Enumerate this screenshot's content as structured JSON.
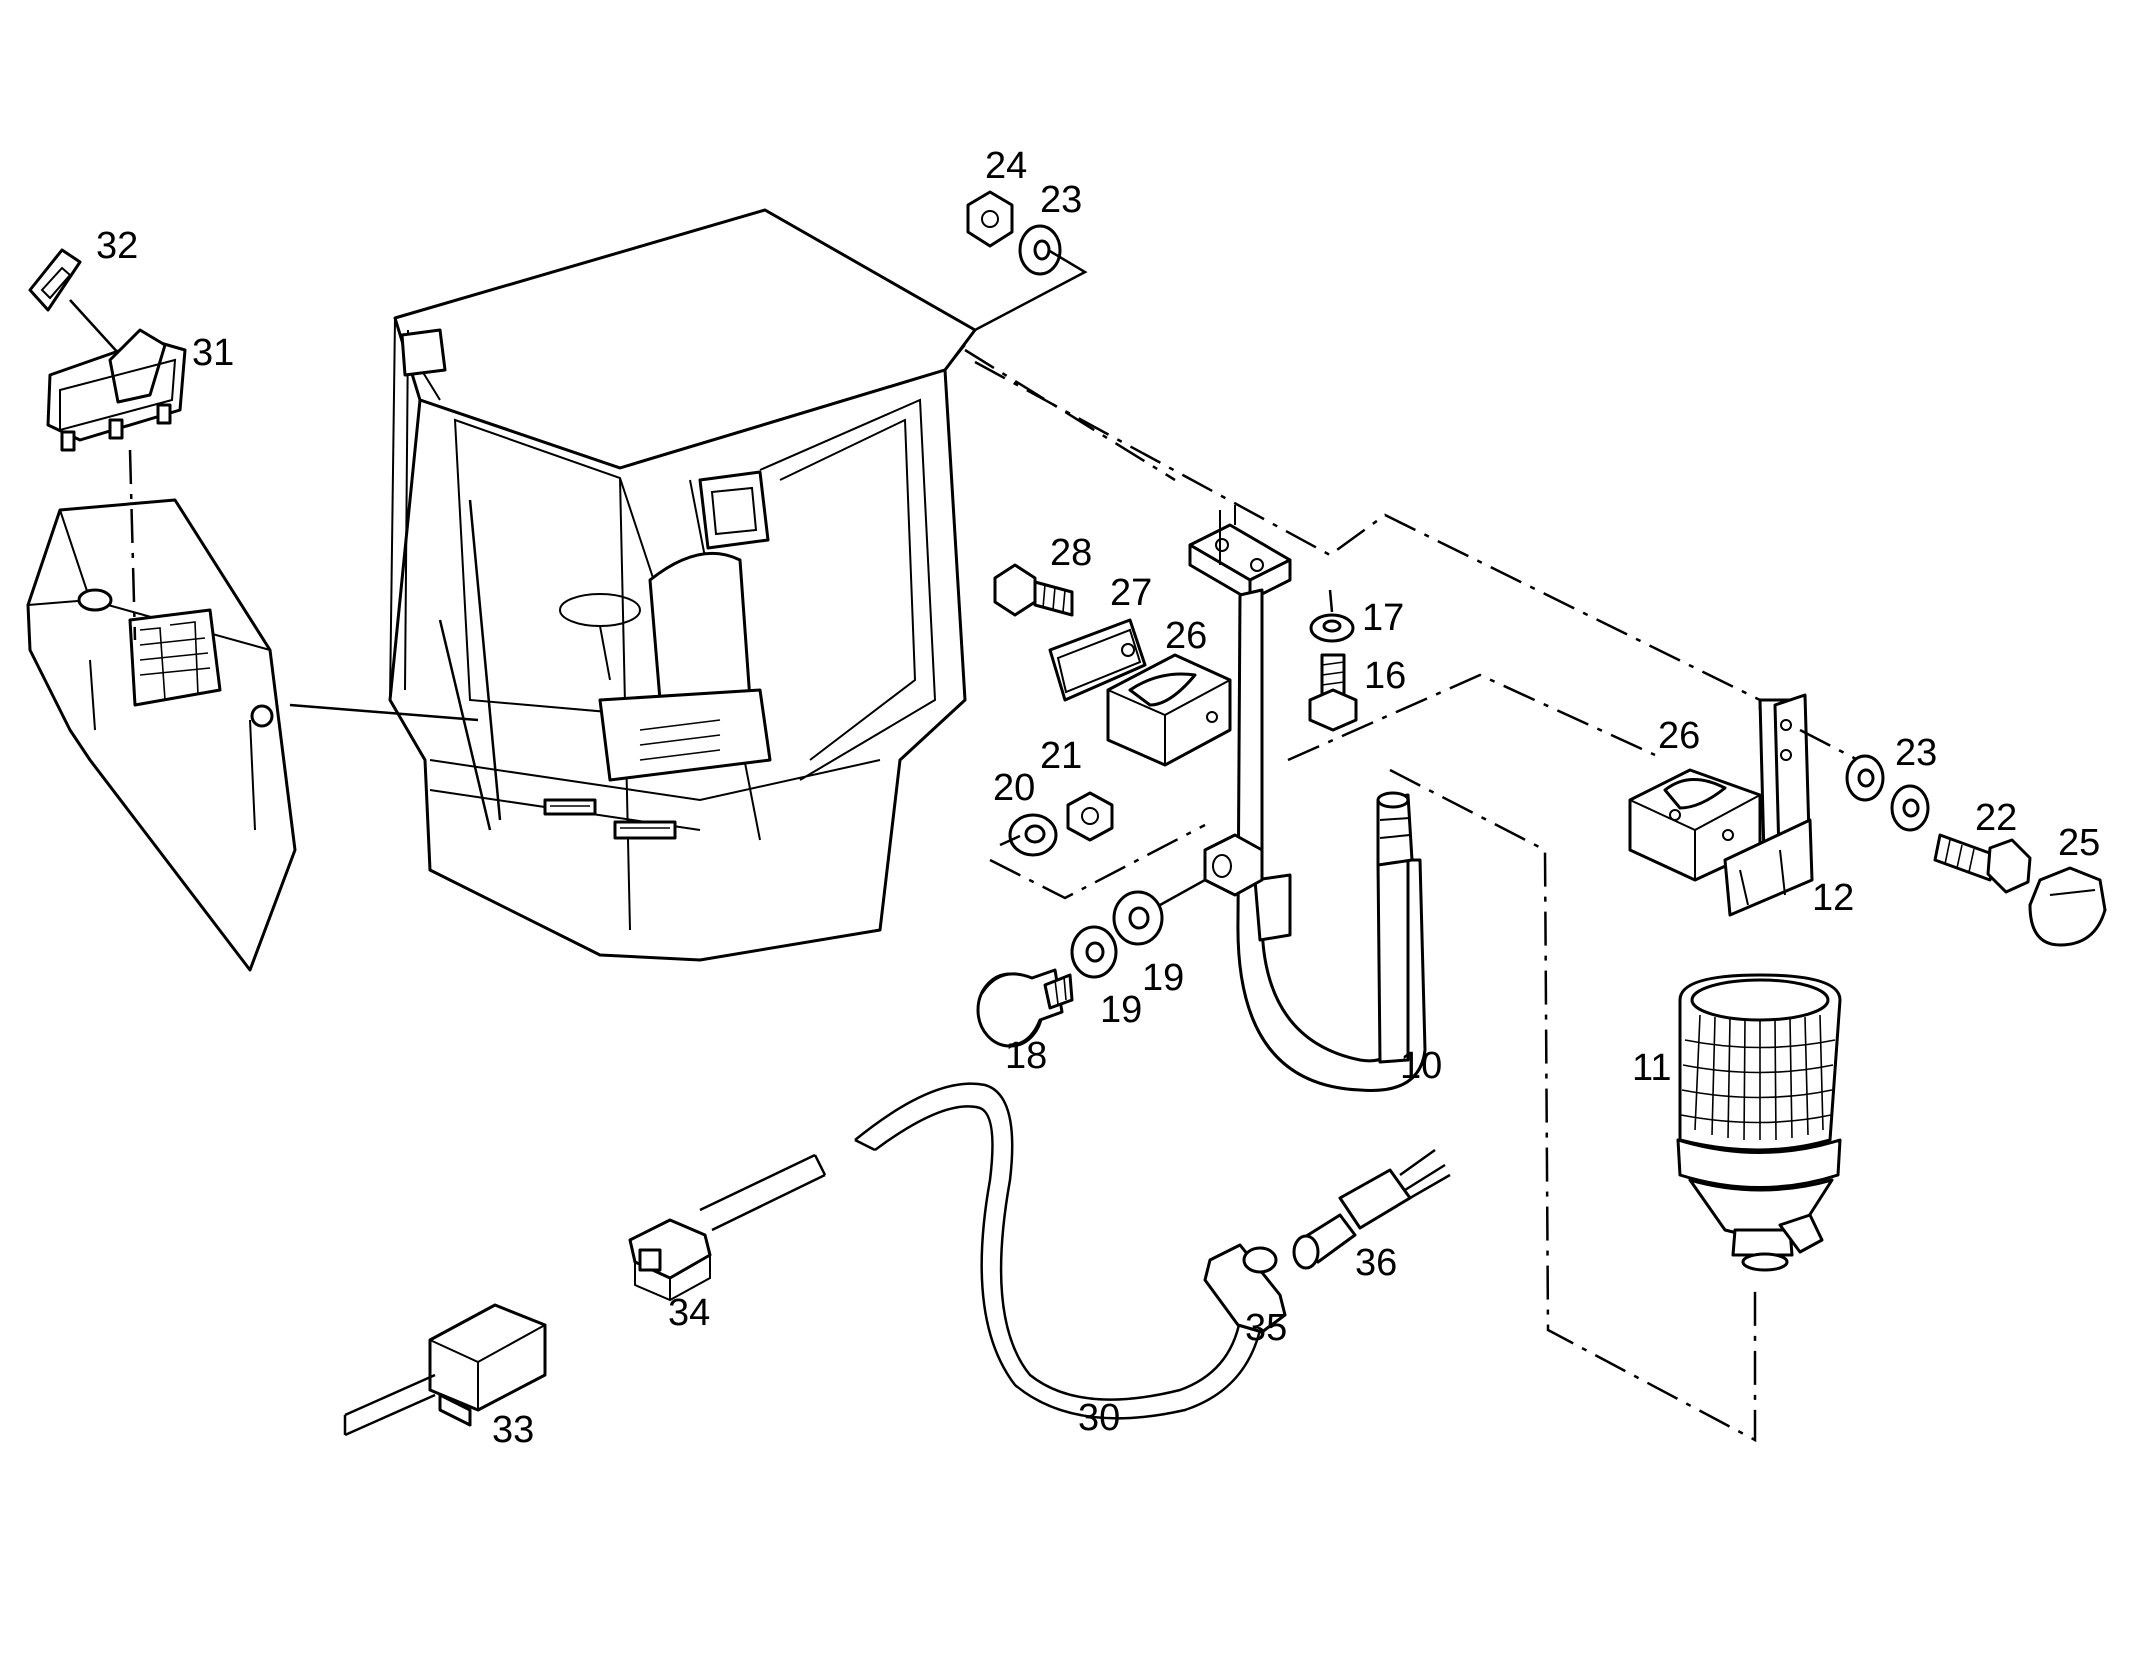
{
  "labels": {
    "p10": "10",
    "p11": "11",
    "p12": "12",
    "p16": "16",
    "p17": "17",
    "p18": "18",
    "p19a": "19",
    "p19b": "19",
    "p20": "20",
    "p21": "21",
    "p22": "22",
    "p23a": "23",
    "p23b": "23",
    "p24": "24",
    "p25": "25",
    "p26a": "26",
    "p26b": "26",
    "p27": "27",
    "p28": "28",
    "p30": "30",
    "p31": "31",
    "p32": "32",
    "p33": "33",
    "p34": "34",
    "p35": "35",
    "p36": "36"
  }
}
